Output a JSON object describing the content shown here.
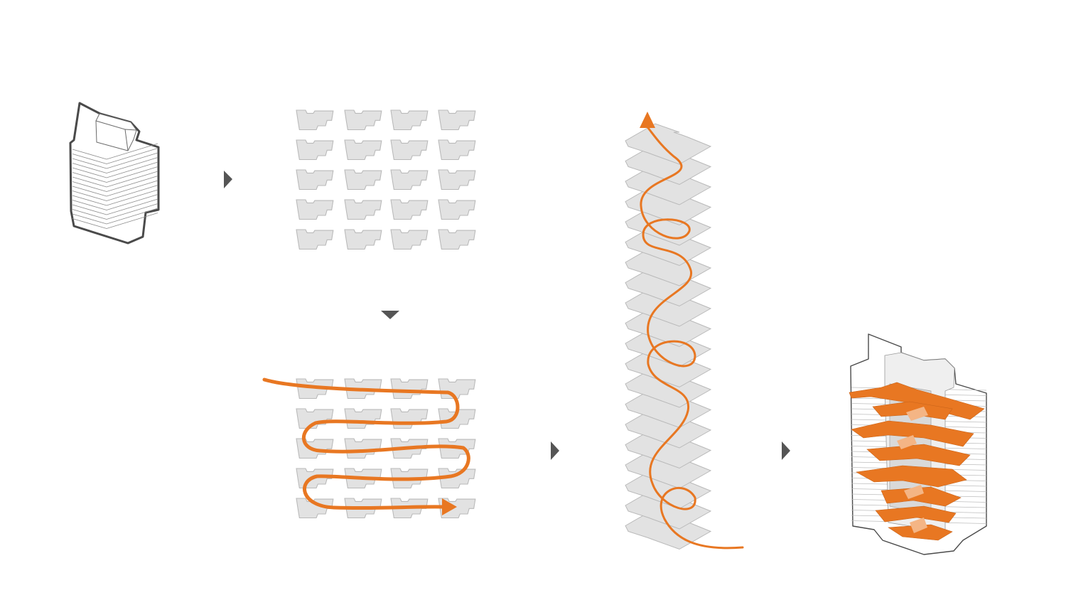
{
  "diagram": {
    "colors": {
      "background": "#ffffff",
      "plate_fill": "#e2e2e2",
      "plate_stroke": "#b9b9b9",
      "outline": "#4a4a4a",
      "line": "#8a8a8a",
      "accent": "#e87722",
      "accent_light": "#f4b585",
      "arrow": "#555555"
    },
    "steps": [
      {
        "id": "building-massing",
        "icon": "building-outline"
      },
      {
        "id": "floor-plates-grid",
        "icon": "floor-plate-grid",
        "rows": 5,
        "cols": 4
      },
      {
        "id": "serpentine-circulation",
        "icon": "serpentine-path"
      },
      {
        "id": "stacked-tower-spiral",
        "icon": "spiral-stack",
        "plates": 20
      },
      {
        "id": "final-building",
        "icon": "building-with-ramps"
      }
    ],
    "arrows": [
      "right-arrow",
      "down-arrow",
      "right-arrow",
      "right-arrow"
    ]
  }
}
